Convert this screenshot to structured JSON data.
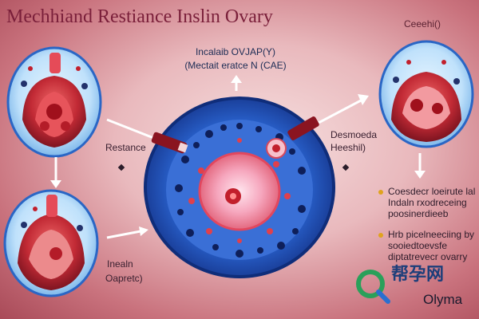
{
  "title": "Mechhiand Restiance Inslin Ovary",
  "corner_note": "Ceeehi()",
  "ovary_label": {
    "line1": "Incalaib OVJAP(Y)",
    "line2": "(Mectait eratce N (CAE)"
  },
  "labels": {
    "restance": "Restance",
    "inealn": "Inealn",
    "oapretc": "Oapretc)",
    "desmoeda": "Desmoeda",
    "heeshil": "Heeshil)"
  },
  "notes": {
    "note1": [
      "Coesdecr loeirute lal",
      "Indaln rxodreceing",
      "poosinerdieeb"
    ],
    "note2": [
      "Hrb picelneeciing by",
      "sooiedtoevsfe",
      "diptatrevecr ovarry"
    ]
  },
  "watermark": {
    "cn": "帮孕网",
    "en": "Olyma"
  },
  "colors": {
    "title": "#7a1f3a",
    "ovary_blue": "#1f5fd0",
    "tissue_red": "#c9303a",
    "bullet": "#e0a31d"
  },
  "icons": [
    "arrow-icon",
    "diamond-icon",
    "bullet-icon",
    "logo-icon"
  ]
}
